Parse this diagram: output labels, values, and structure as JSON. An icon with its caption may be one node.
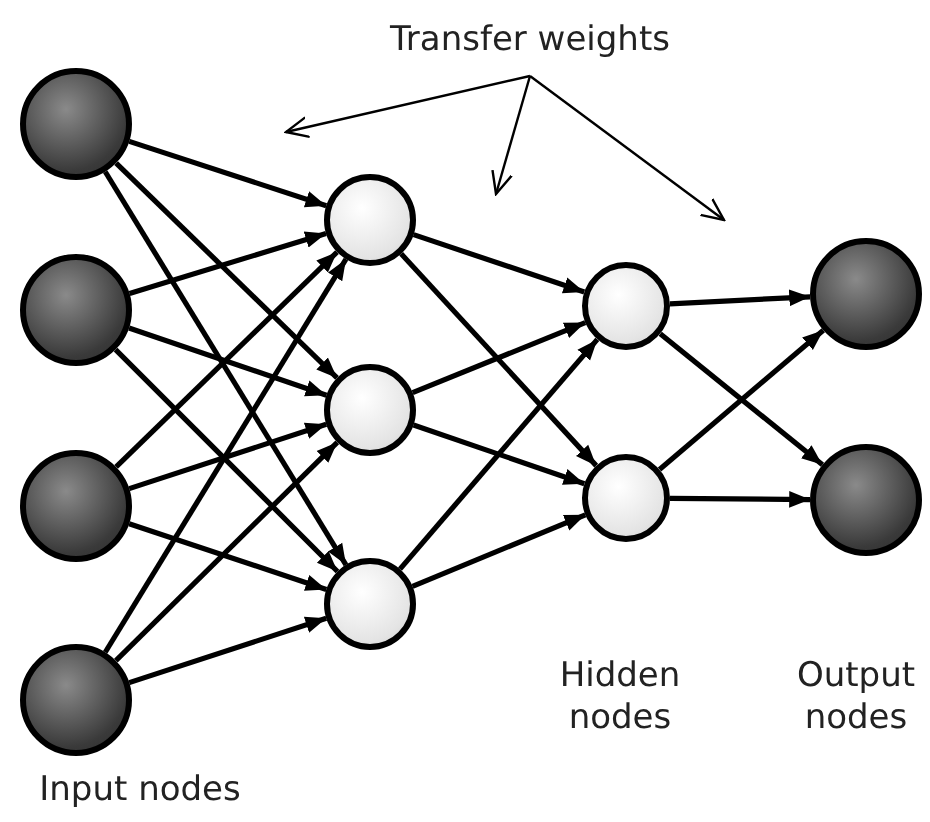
{
  "diagram": {
    "nodes": [
      {
        "text": [
          "Transfer weights"
        ]
      },
      {
        "text": [],
        "shape": "circle"
      },
      {
        "text": [],
        "shape": "circle"
      },
      {
        "text": [],
        "shape": "circle"
      },
      {
        "text": [],
        "shape": "circle"
      },
      {
        "text": [],
        "shape": "circle"
      },
      {
        "text": [],
        "shape": "circle"
      },
      {
        "text": [],
        "shape": "circle"
      },
      {
        "text": [],
        "shape": "circle"
      },
      {
        "text": [],
        "shape": "circle"
      },
      {
        "text": [],
        "shape": "circle"
      },
      {
        "text": [],
        "shape": "circle"
      }
    ],
    "edges": [
      {
        "from": 0,
        "to": null,
        "arrow": "to"
      },
      {
        "from": 0,
        "to": null,
        "arrow": "to"
      },
      {
        "from": 0,
        "to": null,
        "arrow": "to"
      },
      {
        "from": 1,
        "to": 5,
        "arrow": "to"
      },
      {
        "from": 1,
        "to": 6,
        "arrow": "to"
      },
      {
        "from": 1,
        "to": 7,
        "arrow": "to"
      },
      {
        "from": 2,
        "to": 5,
        "arrow": "to"
      },
      {
        "from": 2,
        "to": 6,
        "arrow": "to"
      },
      {
        "from": 2,
        "to": 7,
        "arrow": "to"
      },
      {
        "from": 3,
        "to": 5,
        "arrow": "to"
      },
      {
        "from": 3,
        "to": 6,
        "arrow": "to"
      },
      {
        "from": 3,
        "to": 7,
        "arrow": "to"
      },
      {
        "from": 4,
        "to": 5,
        "arrow": "to"
      },
      {
        "from": 4,
        "to": 6,
        "arrow": "to"
      },
      {
        "from": 4,
        "to": 7,
        "arrow": "to"
      },
      {
        "from": 5,
        "to": 8,
        "arrow": "to"
      },
      {
        "from": 5,
        "to": 9,
        "arrow": "to"
      },
      {
        "from": 6,
        "to": 8,
        "arrow": "to"
      },
      {
        "from": 6,
        "to": 9,
        "arrow": "to"
      },
      {
        "from": 7,
        "to": 8,
        "arrow": "to"
      },
      {
        "from": 7,
        "to": 9,
        "arrow": "to"
      },
      {
        "from": 8,
        "to": 10,
        "arrow": "to"
      },
      {
        "from": 8,
        "to": 11,
        "arrow": "to"
      },
      {
        "from": 9,
        "to": 10,
        "arrow": "to"
      },
      {
        "from": 9,
        "to": 11,
        "arrow": "to"
      }
    ],
    "labels": [
      "Hidden nodes",
      "Output nodes",
      "Input nodes"
    ]
  }
}
